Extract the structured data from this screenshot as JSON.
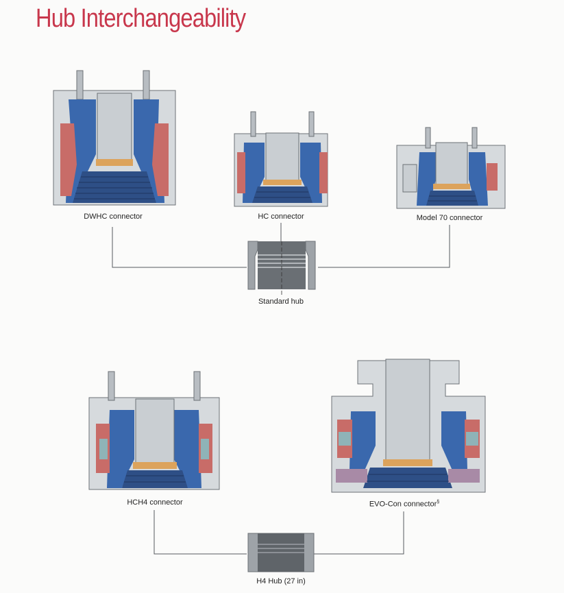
{
  "title": "Hub Interchangeability",
  "colors": {
    "title": "#c8374c",
    "steel_light": "#c9ced2",
    "steel_dark": "#5f6469",
    "blue": "#3a68ad",
    "red": "#c86c68",
    "brass": "#dca35c",
    "teal": "#8fb3b7",
    "line": "#555a5e"
  },
  "groups": [
    {
      "name": "standard-hub-group",
      "connectors": [
        {
          "id": "dwhc",
          "label": "DWHC connector"
        },
        {
          "id": "hc",
          "label": "HC connector"
        },
        {
          "id": "model70",
          "label": "Model 70 connector"
        }
      ],
      "hub": {
        "id": "standard-hub",
        "label": "Standard hub"
      }
    },
    {
      "name": "h4-hub-group",
      "connectors": [
        {
          "id": "hch4",
          "label": "HCH4 connector"
        },
        {
          "id": "evocon",
          "label": "EVO-Con connector",
          "mark": "§"
        }
      ],
      "hub": {
        "id": "h4-hub",
        "label": "H4 Hub (27 in)"
      }
    }
  ]
}
